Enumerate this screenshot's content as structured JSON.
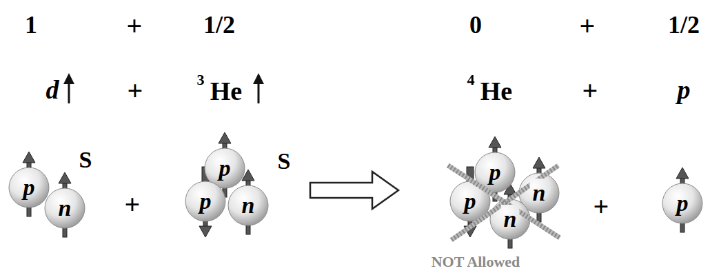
{
  "diagram": {
    "nodes": [
      {
        "text": [
          "p"
        ]
      },
      {
        "text": [
          "n"
        ]
      },
      {
        "text": [
          "p"
        ]
      },
      {
        "text": [
          "p"
        ]
      },
      {
        "text": [
          "n"
        ]
      },
      {
        "text": [
          "p"
        ]
      },
      {
        "text": [
          "p"
        ]
      },
      {
        "text": [
          "n"
        ]
      },
      {
        "text": [
          "n"
        ]
      },
      {
        "text": [
          "p"
        ]
      }
    ],
    "labels": [
      "1",
      "+",
      "1/2",
      "0",
      "+",
      "1/2",
      "d",
      "+",
      "3",
      "He",
      "4",
      "He",
      "+",
      "p",
      "S",
      "+",
      "S",
      "+",
      "NOT Allowed"
    ]
  }
}
